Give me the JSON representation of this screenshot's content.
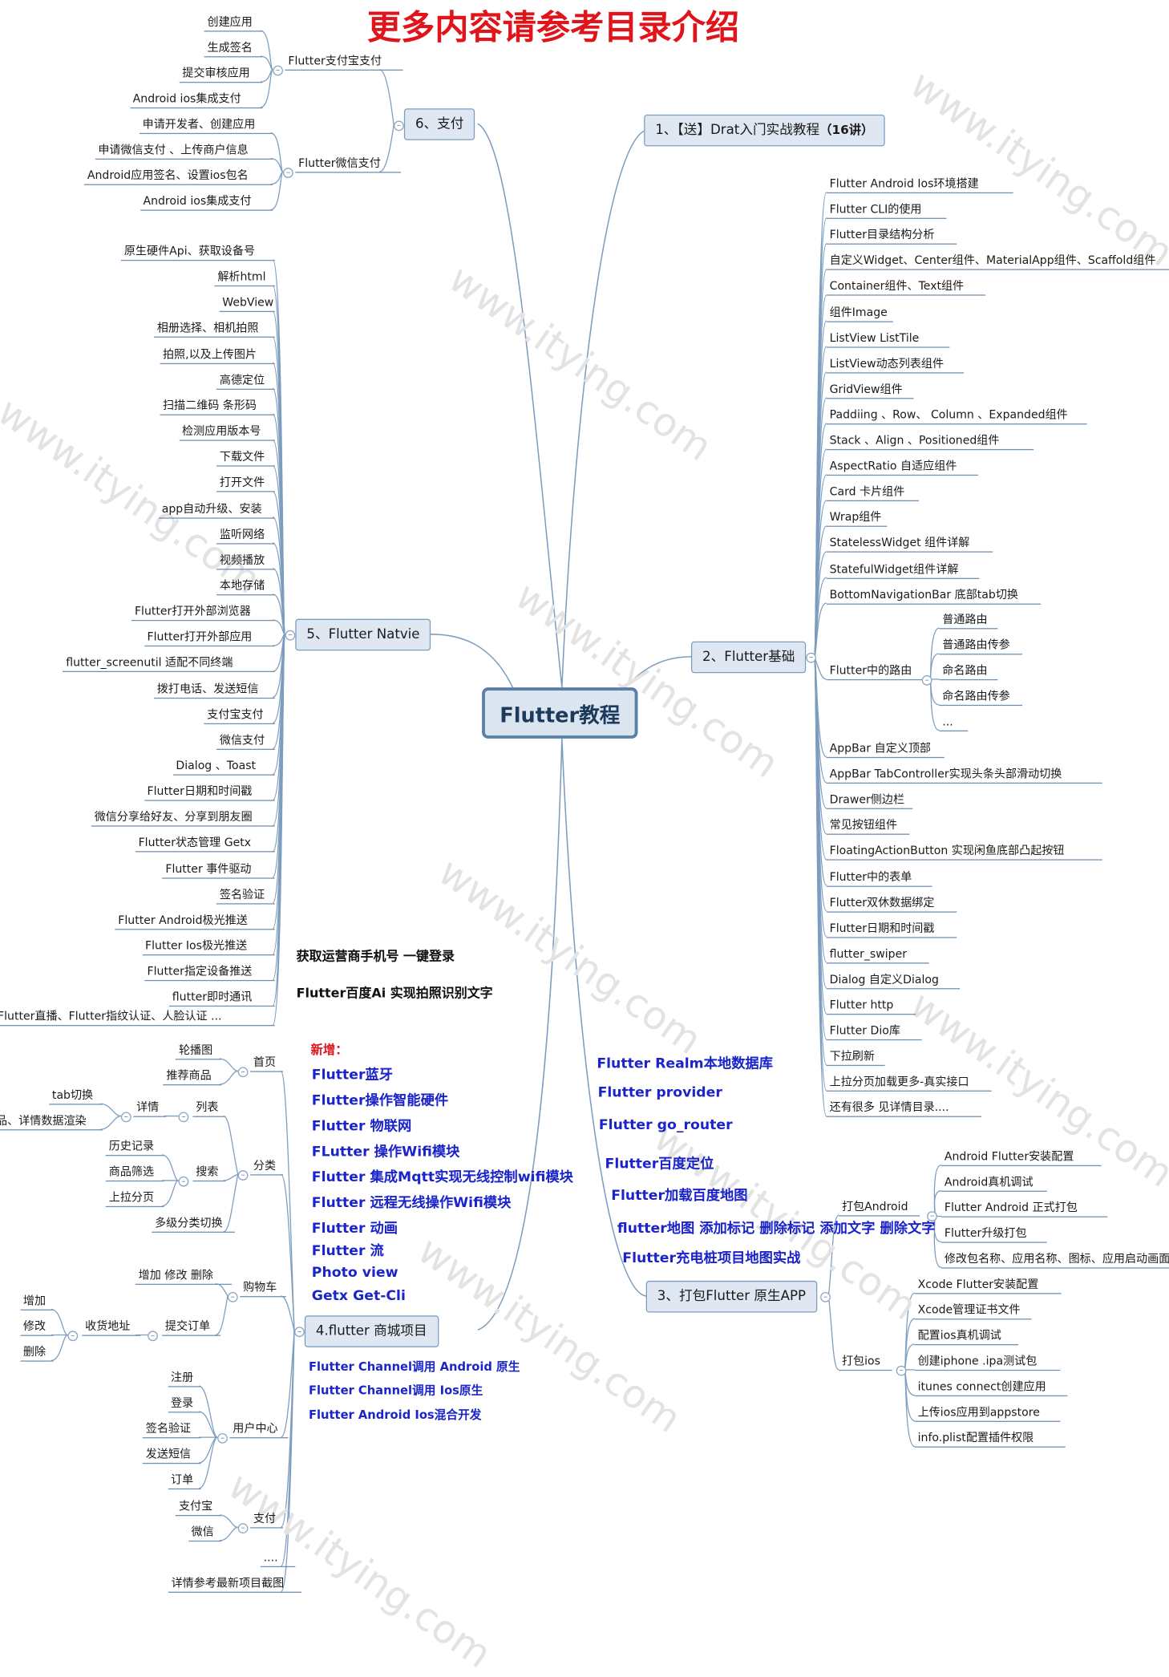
{
  "root": "Flutter教程",
  "banner": "更多内容请参考目录介绍",
  "watermark": "www.itying.com",
  "b1": {
    "title": "1、【送】Drat入门实战教程",
    "count": "（16讲）"
  },
  "b2": {
    "title": "2、Flutter基础",
    "items": [
      "Flutter Android Ios环境搭建",
      "Flutter CLI的使用",
      "Flutter目录结构分析",
      "自定义Widget、Center组件、MaterialApp组件、Scaffold组件",
      "Container组件、Text组件",
      "组件Image",
      "ListView ListTile",
      "ListView动态列表组件",
      "GridView组件",
      "Paddiing 、Row、 Column 、Expanded组件",
      "Stack 、Align 、Positioned组件",
      "AspectRatio 自适应组件",
      "Card 卡片组件",
      "Wrap组件",
      "StatelessWidget 组件详解",
      "StatefulWidget组件详解",
      "BottomNavigationBar 底部tab切换"
    ],
    "routing": {
      "label": "Flutter中的路由",
      "items": [
        "普通路由",
        "普通路由传参",
        "命名路由",
        "命名路由传参",
        "..."
      ]
    },
    "items2": [
      "AppBar 自定义顶部",
      "AppBar  TabController实现头条头部滑动切换",
      "Drawer侧边栏",
      "常见按钮组件",
      "FloatingActionButton 实现闲鱼底部凸起按钮",
      "Flutter中的表单",
      "Flutter双休数据绑定",
      "Flutter日期和时间戳",
      "flutter_swiper",
      "Dialog 自定义Dialog",
      "Flutter http",
      "Flutter Dio库",
      "下拉刷新",
      "上拉分页加载更多-真实接口",
      "还有很多 见详情目录...."
    ]
  },
  "b3": {
    "title": "3、打包Flutter 原生APP",
    "android": {
      "label": "打包Android",
      "items": [
        "Android Flutter安装配置",
        "Android真机调试",
        "Flutter Android 正式打包",
        "Flutter升级打包",
        "修改包名称、应用名称、图标、应用启动画面"
      ]
    },
    "ios": {
      "label": "打包ios",
      "items": [
        "Xcode Flutter安装配置",
        "Xcode管理证书文件",
        "配置ios真机调试",
        "创建iphone .ipa测试包",
        "itunes connect创建应用",
        "上传ios应用到appstore",
        "info.plist配置插件权限"
      ]
    }
  },
  "b4": {
    "title": "4.flutter 商城项目",
    "home": {
      "label": "首页",
      "items": [
        "轮播图",
        "推荐商品"
      ]
    },
    "category": {
      "label": "分类",
      "list": {
        "label": "列表",
        "detail": {
          "label": "详情",
          "items": [
            "tab切换",
            "商品、详情数据渲染"
          ]
        }
      },
      "search": {
        "label": "搜索",
        "items": [
          "历史记录",
          "商品筛选",
          "上拉分页"
        ]
      },
      "multi": "多级分类切换"
    },
    "cart": {
      "label": "购物车",
      "edit": "增加 修改 删除",
      "order": {
        "label": "提交订单",
        "address": {
          "label": "收货地址",
          "items": [
            "增加",
            "修改",
            "删除"
          ]
        }
      }
    },
    "user": {
      "label": "用户中心",
      "items": [
        "注册",
        "登录",
        "签名验证",
        "发送短信",
        "订单"
      ]
    },
    "pay": {
      "label": "支付",
      "items": [
        "支付宝",
        "微信"
      ]
    },
    "more": "....",
    "detail": "详情参考最新项目截图"
  },
  "b5": {
    "title": "5、Flutter Natvie",
    "items": [
      "原生硬件Api、获取设备号",
      "解析html",
      "WebView",
      "相册选择、相机拍照",
      "拍照,以及上传图片",
      "高德定位",
      "扫描二维码 条形码",
      "检测应用版本号",
      "下载文件",
      "打开文件",
      "app自动升级、安装",
      "监听网络",
      "视频播放",
      "本地存储",
      "Flutter打开外部浏览器",
      "Flutter打开外部应用",
      "flutter_screenutil 适配不同终端",
      "拨打电话、发送短信",
      "支付宝支付",
      "微信支付",
      "Dialog 、Toast",
      "Flutter日期和时间戳",
      "微信分享给好友、分享到朋友圈",
      "Flutter状态管理 Getx",
      "Flutter 事件驱动",
      "签名验证",
      "Flutter Android极光推送",
      "Flutter Ios极光推送",
      "Flutter指定设备推送",
      "flutter即时通讯",
      "Flutter直播、Flutter指纹认证、人脸认证 ..."
    ]
  },
  "b6": {
    "title": "6、支付",
    "alipay": {
      "label": "Flutter支付宝支付",
      "items": [
        "创建应用",
        "生成签名",
        "提交审核应用",
        "Android ios集成支付"
      ]
    },
    "wechat": {
      "label": "Flutter微信支付",
      "items": [
        "申请开发者、创建应用",
        "申请微信支付 、上传商户信息",
        "Android应用签名、设置ios包名",
        "Android ios集成支付"
      ]
    }
  },
  "side_notes": [
    "获取运营商手机号 一键登录",
    "Flutter百度Ai 实现拍照识别文字"
  ],
  "new_label": "新增：",
  "new_items": [
    "Flutter蓝牙",
    "Flutter操作智能硬件",
    "Flutter 物联网",
    "FLutter 操作Wifi模块",
    "Flutter 集成Mqtt实现无线控制wifi模块",
    "Flutter 远程无线操作Wifi模块",
    "Flutter 动画",
    "Flutter 流",
    "Photo view",
    "Getx Get-Cli"
  ],
  "channel_items": [
    "Flutter Channel调用 Android 原生",
    "Flutter Channel调用 Ios原生",
    "Flutter  Android Ios混合开发"
  ],
  "right_blue": [
    "Flutter Realm本地数据库",
    "Flutter provider",
    "Flutter go_router",
    "Flutter百度定位",
    "Flutter加载百度地图",
    "flutter地图 添加标记 删除标记 添加文字 删除文字",
    "Flutter充电桩项目地图实战"
  ]
}
